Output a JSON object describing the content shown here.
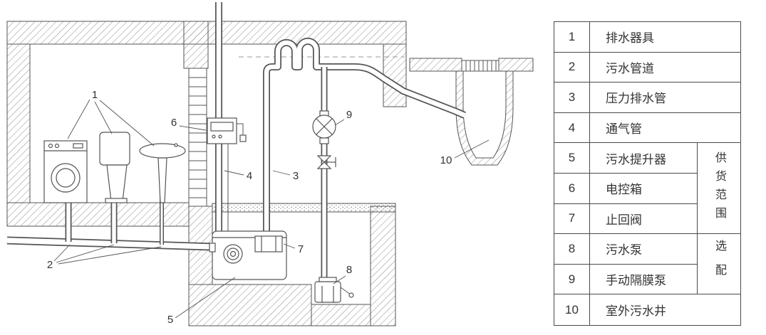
{
  "diagram": {
    "callouts": [
      {
        "num": "1"
      },
      {
        "num": "2"
      },
      {
        "num": "3"
      },
      {
        "num": "4"
      },
      {
        "num": "5"
      },
      {
        "num": "6"
      },
      {
        "num": "7"
      },
      {
        "num": "8"
      },
      {
        "num": "9"
      },
      {
        "num": "10"
      }
    ]
  },
  "legend": {
    "rows": [
      {
        "num": "1",
        "label": "排水器具"
      },
      {
        "num": "2",
        "label": "污水管道"
      },
      {
        "num": "3",
        "label": "压力排水管"
      },
      {
        "num": "4",
        "label": "通气管"
      },
      {
        "num": "5",
        "label": "污水提升器"
      },
      {
        "num": "6",
        "label": "电控箱"
      },
      {
        "num": "7",
        "label": "止回阀"
      },
      {
        "num": "8",
        "label": "污水泵"
      },
      {
        "num": "9",
        "label": "手动隔膜泵"
      },
      {
        "num": "10",
        "label": "室外污水井"
      }
    ],
    "groups": [
      {
        "label": "供货范围"
      },
      {
        "label": "选配"
      }
    ]
  }
}
